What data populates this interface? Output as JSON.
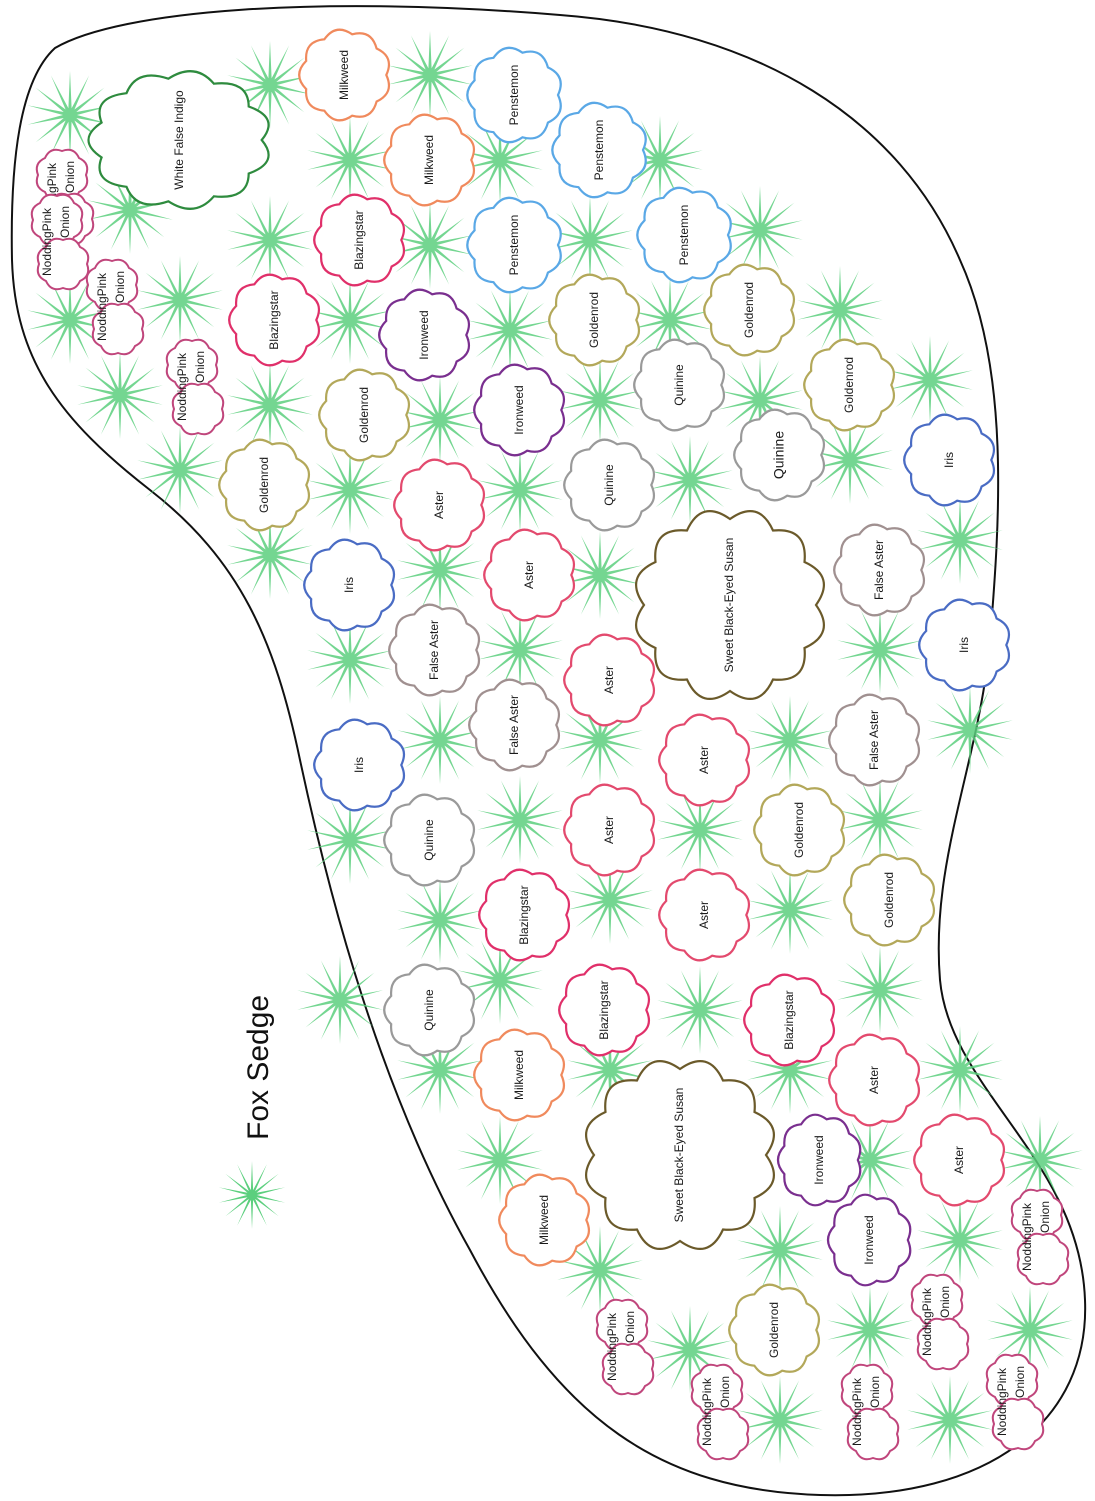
{
  "legend": {
    "title": "Fox Sedge",
    "icon": "fox-sedge-star-icon"
  },
  "palette": {
    "sedge": "#5ccf7e",
    "Milkweed": "#f08a5d",
    "White False Indigo": "#2e8b3e",
    "Penstemon": "#5aa8e6",
    "Blazingstar": "#e0306a",
    "Ironweed": "#7a2f8f",
    "Goldenrod": "#b3a85a",
    "Quinine": "#9a9a9a",
    "Aster": "#e34a6e",
    "Iris": "#4a6cc4",
    "False Aster": "#a09090",
    "Sweet Black-Eyed Susan": "#6b5a2a",
    "Nodding Pink Onion": "#c0467c"
  },
  "plants": [
    {
      "name": "White False Indigo",
      "label": "White False Indigo"
    },
    {
      "name": "Milkweed",
      "label": "Milkweed"
    },
    {
      "name": "Milkweed",
      "label": "Milkweed"
    },
    {
      "name": "Penstemon",
      "label": "Penstemon"
    },
    {
      "name": "Penstemon",
      "label": "Penstemon"
    },
    {
      "name": "Penstemon",
      "label": "Penstemon"
    },
    {
      "name": "Penstemon",
      "label": "Penstemon"
    },
    {
      "name": "Blazingstar",
      "label": "Blazingstar"
    },
    {
      "name": "Blazingstar",
      "label": "Blazingstar"
    },
    {
      "name": "Ironweed",
      "label": "Ironweed"
    },
    {
      "name": "Ironweed",
      "label": "Ironweed"
    },
    {
      "name": "Goldenrod",
      "label": "Goldenrod"
    },
    {
      "name": "Goldenrod",
      "label": "Goldenrod"
    },
    {
      "name": "Goldenrod",
      "label": "Goldenrod"
    },
    {
      "name": "Goldenrod",
      "label": "Goldenrod"
    },
    {
      "name": "Goldenrod",
      "label": "Goldenrod"
    },
    {
      "name": "Quinine",
      "label": "Quinine"
    },
    {
      "name": "Quinine",
      "label": "Quinine"
    },
    {
      "name": "Quinine",
      "label": "Quinine"
    },
    {
      "name": "Aster",
      "label": "Aster"
    },
    {
      "name": "Aster",
      "label": "Aster"
    },
    {
      "name": "Iris",
      "label": "Iris"
    },
    {
      "name": "Iris",
      "label": "Iris"
    },
    {
      "name": "Iris",
      "label": "Iris"
    },
    {
      "name": "False Aster",
      "label": "False Aster"
    },
    {
      "name": "False Aster",
      "label": "False Aster"
    },
    {
      "name": "Sweet Black-Eyed Susan",
      "label": "Sweet Black-Eyed Susan"
    },
    {
      "name": "Aster",
      "label": "Aster"
    },
    {
      "name": "False Aster",
      "label": "False Aster"
    },
    {
      "name": "Aster",
      "label": "Aster"
    },
    {
      "name": "Iris",
      "label": "Iris"
    },
    {
      "name": "False Aster",
      "label": "False Aster"
    },
    {
      "name": "Quinine",
      "label": "Quinine"
    },
    {
      "name": "Aster",
      "label": "Aster"
    },
    {
      "name": "Goldenrod",
      "label": "Goldenrod"
    },
    {
      "name": "Blazingstar",
      "label": "Blazingstar"
    },
    {
      "name": "Aster",
      "label": "Aster"
    },
    {
      "name": "Goldenrod",
      "label": "Goldenrod"
    },
    {
      "name": "Quinine",
      "label": "Quinine"
    },
    {
      "name": "Blazingstar",
      "label": "Blazingstar"
    },
    {
      "name": "Blazingstar",
      "label": "Blazingstar"
    },
    {
      "name": "Milkweed",
      "label": "Milkweed"
    },
    {
      "name": "Aster",
      "label": "Aster"
    },
    {
      "name": "Sweet Black-Eyed Susan",
      "label": "Sweet Black-Eyed Susan"
    },
    {
      "name": "Ironweed",
      "label": "Ironweed"
    },
    {
      "name": "Aster",
      "label": "Aster"
    },
    {
      "name": "Milkweed",
      "label": "Milkweed"
    },
    {
      "name": "Ironweed",
      "label": "Ironweed"
    },
    {
      "name": "Goldenrod",
      "label": "Goldenrod"
    }
  ],
  "onions": [
    {
      "label_a": "Nodding",
      "label_b": "Pink",
      "label_c": "Onion"
    },
    {
      "label_a": "Nodding",
      "label_b": "Pink",
      "label_c": "Onion"
    },
    {
      "label_a": "Nodding",
      "label_b": "Pink",
      "label_c": "Onion"
    },
    {
      "label_a": "Nodding",
      "label_b": "Pink",
      "label_c": "Onion"
    },
    {
      "label_a": "Nodding",
      "label_b": "Pink",
      "label_c": "Onion"
    },
    {
      "label_a": "Nodding",
      "label_b": "Pink",
      "label_c": "Onion"
    },
    {
      "label_a": "Nodding",
      "label_b": "Pink",
      "label_c": "Onion"
    },
    {
      "label_a": "Nodding",
      "label_b": "Pink",
      "label_c": "Onion"
    },
    {
      "label_a": "Nodding",
      "label_b": "Pink",
      "label_c": "Onion"
    },
    {
      "label_a": "Nodding",
      "label_b": "Pink",
      "label_c": "Onion"
    }
  ]
}
